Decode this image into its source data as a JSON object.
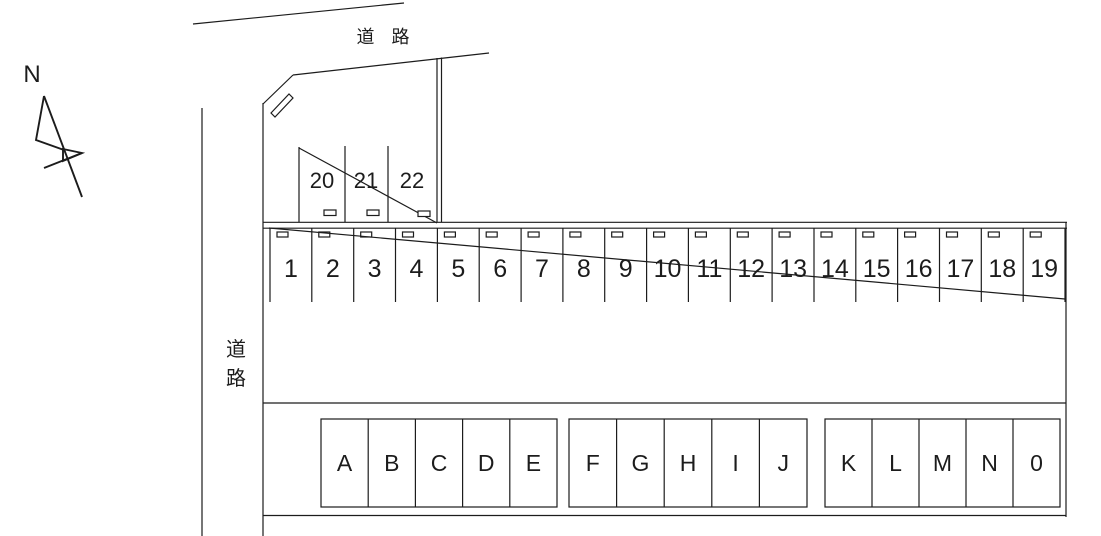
{
  "colors": {
    "line": "#1c1c1c",
    "background": "#ffffff"
  },
  "compass": {
    "label": "N"
  },
  "roads": {
    "top_label": "道 路",
    "left_label_chars": [
      "道",
      "路"
    ]
  },
  "upper_row": {
    "spaces": [
      "20",
      "21",
      "22"
    ]
  },
  "main_row": {
    "spaces": [
      "1",
      "2",
      "3",
      "4",
      "5",
      "6",
      "7",
      "8",
      "9",
      "10",
      "11",
      "12",
      "13",
      "14",
      "15",
      "16",
      "17",
      "18",
      "19"
    ]
  },
  "bottom_row": {
    "blocks": [
      [
        "A",
        "B",
        "C",
        "D",
        "E"
      ],
      [
        "F",
        "G",
        "H",
        "I",
        "J"
      ],
      [
        "K",
        "L",
        "M",
        "N",
        "0"
      ]
    ]
  }
}
